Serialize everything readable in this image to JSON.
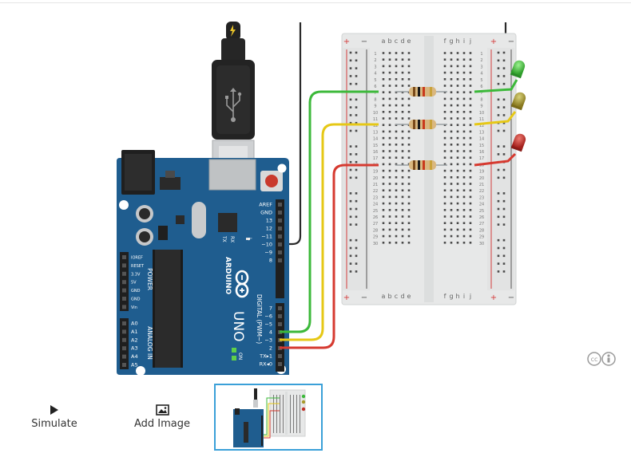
{
  "breadboard": {
    "cols_left": [
      "a",
      "b",
      "c",
      "d",
      "e"
    ],
    "cols_right": [
      "f",
      "g",
      "h",
      "i",
      "j"
    ],
    "rows": [
      "1",
      "2",
      "3",
      "4",
      "5",
      "6",
      "7",
      "8",
      "9",
      "10",
      "11",
      "12",
      "13",
      "14",
      "15",
      "16",
      "17",
      "18",
      "19",
      "20",
      "21",
      "22",
      "23",
      "24",
      "25",
      "26",
      "27",
      "28",
      "29",
      "30"
    ],
    "plus": "+",
    "minus": "−"
  },
  "arduino": {
    "brand": "ARDUINO",
    "model": "UNO",
    "on_label": "ON",
    "l_label": "L",
    "tx_label": "TX",
    "rx_label": "RX",
    "digital_title": "DIGITAL (PWM~)",
    "power_title": "POWER",
    "analog_title": "ANALOG IN",
    "digital_pins": [
      "AREF",
      "GND",
      "13",
      "12",
      "~11",
      "~10",
      "~9",
      "8",
      "7",
      "~6",
      "~5",
      "4",
      "~3",
      "2",
      "TX▸1",
      "RX◂0"
    ],
    "power_pins": [
      "IOREF",
      "RESET",
      "3.3V",
      "5V",
      "GND",
      "GND",
      "Vin"
    ],
    "analog_pins": [
      "A0",
      "A1",
      "A2",
      "A3",
      "A4",
      "A5"
    ]
  },
  "components": {
    "leds": [
      "green-led",
      "yellow-led",
      "red-led"
    ],
    "colors": {
      "green": "#3cb93a",
      "yellow": "#e6c816",
      "red": "#d63a30",
      "board": "#1f5d8f",
      "breadboard": "#e7e8e8"
    }
  },
  "license_icon": "creative-commons-by-icon",
  "toolbar": {
    "simulate_label": "Simulate",
    "simulate_icon": "play-icon",
    "add_image_label": "Add Image",
    "add_image_icon": "image-icon"
  }
}
